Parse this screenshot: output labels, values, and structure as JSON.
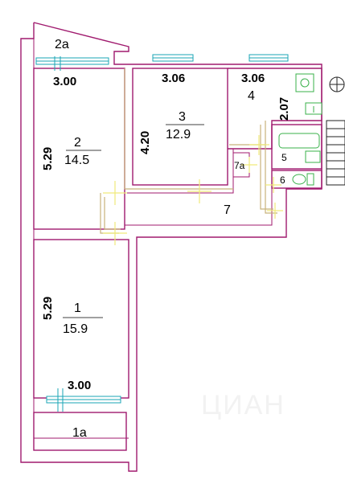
{
  "rooms": {
    "room_1": {
      "number": "1",
      "area": "15.9",
      "dim_width": "3.00",
      "dim_height": "5.29"
    },
    "room_1a": {
      "number": "1a"
    },
    "room_2": {
      "number": "2",
      "area": "14.5",
      "dim_width": "3.00",
      "dim_height": "5.29"
    },
    "room_2a": {
      "number": "2a"
    },
    "room_3": {
      "number": "3",
      "area": "12.9",
      "dim_width": "3.06",
      "dim_height": "4.20"
    },
    "room_4": {
      "number": "4",
      "dim_width": "3.06",
      "dim_height": "2.07"
    },
    "room_5": {
      "number": "5"
    },
    "room_6": {
      "number": "6"
    },
    "room_7": {
      "number": "7"
    },
    "room_7a": {
      "number": "7a"
    }
  },
  "watermark": {
    "text": "ЦИАН"
  },
  "colors": {
    "outer_wall": "#a01a6e",
    "partition": "#c8b27a",
    "window": "#1aa6b6",
    "fixture": "#39b04a",
    "door_marker": "#f0ea7a"
  }
}
